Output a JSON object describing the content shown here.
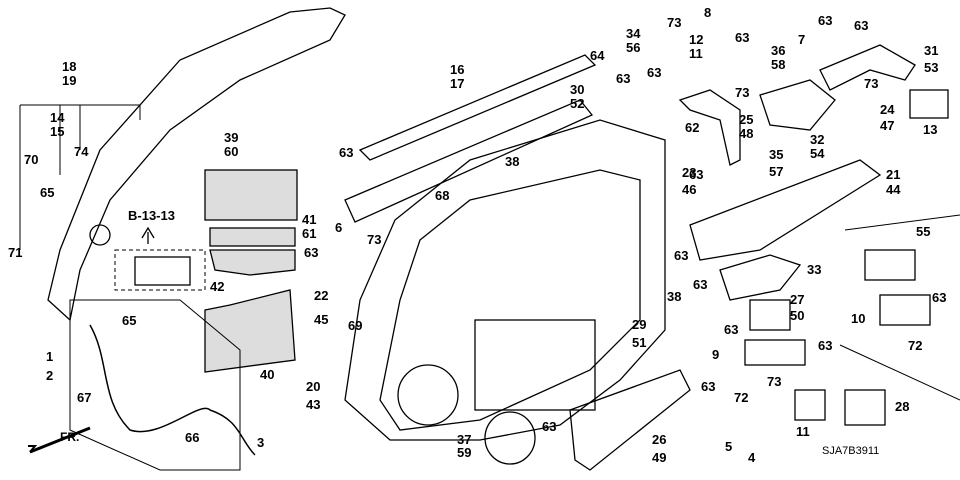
{
  "diagram": {
    "reference": "B-13-13",
    "direction_label": "FR.",
    "part_code": "SJA7B3911",
    "labels": [
      {
        "id": "l18",
        "text": "18"
      },
      {
        "id": "l19",
        "text": "19"
      },
      {
        "id": "l14",
        "text": "14"
      },
      {
        "id": "l15",
        "text": "15"
      },
      {
        "id": "l70",
        "text": "70"
      },
      {
        "id": "l74",
        "text": "74"
      },
      {
        "id": "l65a",
        "text": "65"
      },
      {
        "id": "l71",
        "text": "71"
      },
      {
        "id": "l39",
        "text": "39"
      },
      {
        "id": "l60",
        "text": "60"
      },
      {
        "id": "l41",
        "text": "41"
      },
      {
        "id": "l61",
        "text": "61"
      },
      {
        "id": "l42",
        "text": "42"
      },
      {
        "id": "l40",
        "text": "40"
      },
      {
        "id": "l16",
        "text": "16"
      },
      {
        "id": "l17",
        "text": "17"
      },
      {
        "id": "l30",
        "text": "30"
      },
      {
        "id": "l52",
        "text": "52"
      },
      {
        "id": "l63a",
        "text": "63"
      },
      {
        "id": "l38a",
        "text": "38"
      },
      {
        "id": "l68",
        "text": "68"
      },
      {
        "id": "l6",
        "text": "6"
      },
      {
        "id": "l73a",
        "text": "73"
      },
      {
        "id": "l63b",
        "text": "63"
      },
      {
        "id": "l22",
        "text": "22"
      },
      {
        "id": "l45",
        "text": "45"
      },
      {
        "id": "l69",
        "text": "69"
      },
      {
        "id": "l1",
        "text": "1"
      },
      {
        "id": "l2",
        "text": "2"
      },
      {
        "id": "l65b",
        "text": "65"
      },
      {
        "id": "l67",
        "text": "67"
      },
      {
        "id": "l66",
        "text": "66"
      },
      {
        "id": "l3",
        "text": "3"
      },
      {
        "id": "l20",
        "text": "20"
      },
      {
        "id": "l43",
        "text": "43"
      },
      {
        "id": "l37",
        "text": "37"
      },
      {
        "id": "l59",
        "text": "59"
      },
      {
        "id": "l63c",
        "text": "63"
      },
      {
        "id": "l26",
        "text": "26"
      },
      {
        "id": "l49",
        "text": "49"
      },
      {
        "id": "l29",
        "text": "29"
      },
      {
        "id": "l51",
        "text": "51"
      },
      {
        "id": "l34",
        "text": "34"
      },
      {
        "id": "l56",
        "text": "56"
      },
      {
        "id": "l64",
        "text": "64"
      },
      {
        "id": "l63d",
        "text": "63"
      },
      {
        "id": "l63e",
        "text": "63"
      },
      {
        "id": "l73b",
        "text": "73"
      },
      {
        "id": "l8",
        "text": "8"
      },
      {
        "id": "l12",
        "text": "12"
      },
      {
        "id": "l11a",
        "text": "11"
      },
      {
        "id": "l73c",
        "text": "73"
      },
      {
        "id": "l7",
        "text": "7"
      },
      {
        "id": "l36",
        "text": "36"
      },
      {
        "id": "l58",
        "text": "58"
      },
      {
        "id": "l63f",
        "text": "63"
      },
      {
        "id": "l31",
        "text": "31"
      },
      {
        "id": "l53",
        "text": "53"
      },
      {
        "id": "l73d",
        "text": "73"
      },
      {
        "id": "l24",
        "text": "24"
      },
      {
        "id": "l47",
        "text": "47"
      },
      {
        "id": "l13",
        "text": "13"
      },
      {
        "id": "l63g",
        "text": "63"
      },
      {
        "id": "l62",
        "text": "62"
      },
      {
        "id": "l25",
        "text": "25"
      },
      {
        "id": "l48",
        "text": "48"
      },
      {
        "id": "l32",
        "text": "32"
      },
      {
        "id": "l54",
        "text": "54"
      },
      {
        "id": "l23",
        "text": "23"
      },
      {
        "id": "l46",
        "text": "46"
      },
      {
        "id": "l63h",
        "text": "63"
      },
      {
        "id": "l35",
        "text": "35"
      },
      {
        "id": "l57",
        "text": "57"
      },
      {
        "id": "l21",
        "text": "21"
      },
      {
        "id": "l44",
        "text": "44"
      },
      {
        "id": "l63i",
        "text": "63"
      },
      {
        "id": "l33",
        "text": "33"
      },
      {
        "id": "l38b",
        "text": "38"
      },
      {
        "id": "l63j",
        "text": "63"
      },
      {
        "id": "l27",
        "text": "27"
      },
      {
        "id": "l50",
        "text": "50"
      },
      {
        "id": "l63k",
        "text": "63"
      },
      {
        "id": "l9",
        "text": "9"
      },
      {
        "id": "l72a",
        "text": "72"
      },
      {
        "id": "l63l",
        "text": "63"
      },
      {
        "id": "l73e",
        "text": "73"
      },
      {
        "id": "l63m",
        "text": "63"
      },
      {
        "id": "l11b",
        "text": "11"
      },
      {
        "id": "l28",
        "text": "28"
      },
      {
        "id": "l5",
        "text": "5"
      },
      {
        "id": "l4",
        "text": "4"
      },
      {
        "id": "l55",
        "text": "55"
      },
      {
        "id": "l63n",
        "text": "63"
      },
      {
        "id": "l10",
        "text": "10"
      },
      {
        "id": "l72b",
        "text": "72"
      },
      {
        "id": "l63o",
        "text": "63"
      }
    ]
  }
}
